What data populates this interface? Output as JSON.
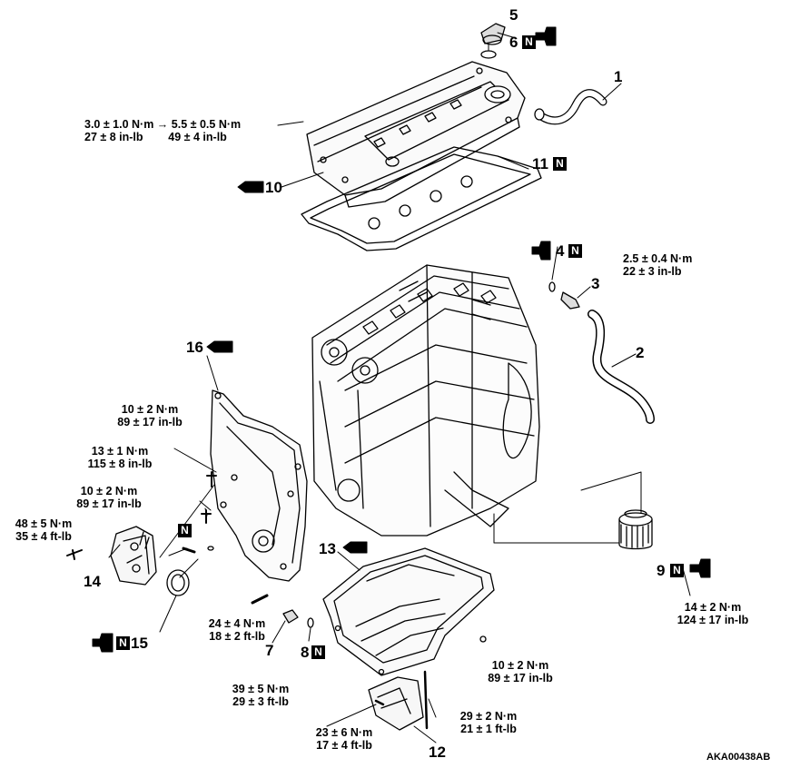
{
  "callouts": {
    "p1": "1",
    "p2": "2",
    "p3": "3",
    "p4": "4",
    "p5": "5",
    "p6": "6",
    "p7": "7",
    "p8": "8",
    "p9": "9",
    "p10": "10",
    "p11": "11",
    "p12": "12",
    "p13": "13",
    "p14": "14",
    "p15": "15",
    "p16": "16"
  },
  "new_part_marker": "N",
  "torques": {
    "rocker_cover": [
      "3.0 ± 1.0 N·m → 5.5 ± 0.5 N·m",
      "27 ± 8 in-lb        49 ± 4 in-lb"
    ],
    "pcv_valve": [
      "2.5 ± 0.4 N·m",
      "22 ± 3 in-lb"
    ],
    "cover_bolt_a": [
      "10 ± 2 N·m",
      "89 ± 17 in-lb"
    ],
    "cover_bolt_b": [
      "13 ± 1 N·m",
      "115 ± 8 in-lb"
    ],
    "cover_bolt_c": [
      "10 ± 2 N·m",
      "89 ± 17 in-lb"
    ],
    "bracket": [
      "48 ± 5 N·m",
      "35 ± 4 ft-lb"
    ],
    "front_bolt": [
      "24 ± 4 N·m",
      "18 ± 2 ft-lb"
    ],
    "drain_plug": [
      "39 ± 5 N·m",
      "29 ± 3 ft-lb"
    ],
    "oil_pan_bolt": [
      "10 ± 2 N·m",
      "89 ± 17 in-lb"
    ],
    "oil_filter": [
      "14 ± 2 N·m",
      "124 ± 17 in-lb"
    ],
    "stiffener_long": [
      "29 ± 2 N·m",
      "21 ± 1 ft-lb"
    ],
    "stiffener_short": [
      "23 ± 6 N·m",
      "17 ± 4 ft-lb"
    ]
  },
  "figure_id": "AKA00438AB"
}
